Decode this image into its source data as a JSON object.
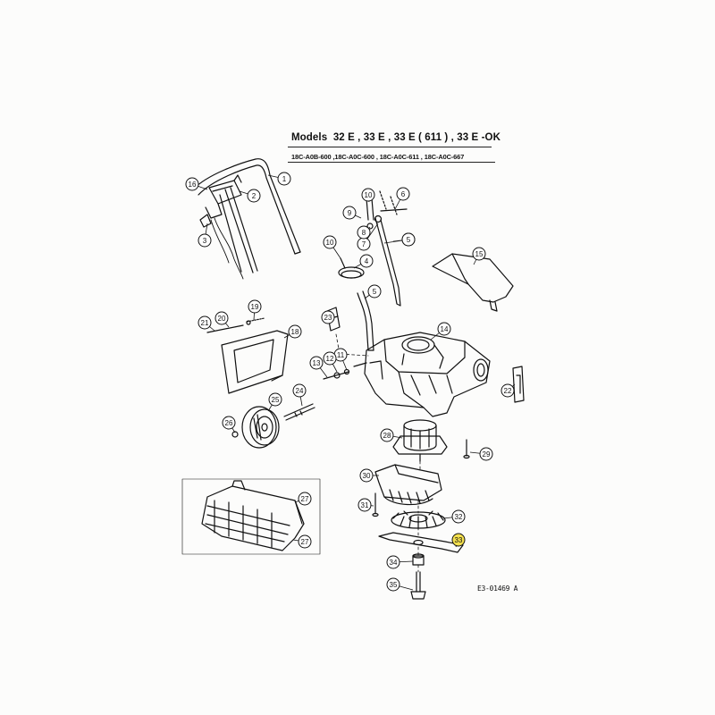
{
  "header": {
    "models_label": "Models",
    "models": "32 E , 33 E , 33 E ( 611 ) , 33 E -OK",
    "part_numbers": "18C-A0B-600 ,18C-A0C-600 , 18C-A0C-611 , 18C-A0C-667"
  },
  "reference_code": "E3-01469 A",
  "highlight_color": "#f4e04d",
  "line_color": "#111111",
  "callouts": [
    {
      "num": "1"
    },
    {
      "num": "2"
    },
    {
      "num": "3"
    },
    {
      "num": "4"
    },
    {
      "num": "5"
    },
    {
      "num": "5"
    },
    {
      "num": "5"
    },
    {
      "num": "6"
    },
    {
      "num": "7"
    },
    {
      "num": "8"
    },
    {
      "num": "9"
    },
    {
      "num": "10"
    },
    {
      "num": "10"
    },
    {
      "num": "11"
    },
    {
      "num": "12"
    },
    {
      "num": "13"
    },
    {
      "num": "14"
    },
    {
      "num": "15"
    },
    {
      "num": "16"
    },
    {
      "num": "19"
    },
    {
      "num": "20"
    },
    {
      "num": "21"
    },
    {
      "num": "18"
    },
    {
      "num": "22"
    },
    {
      "num": "23"
    },
    {
      "num": "24"
    },
    {
      "num": "25"
    },
    {
      "num": "26"
    },
    {
      "num": "27"
    },
    {
      "num": "27"
    },
    {
      "num": "28"
    },
    {
      "num": "29"
    },
    {
      "num": "30"
    },
    {
      "num": "31"
    },
    {
      "num": "32"
    },
    {
      "num": "33",
      "highlighted": true
    },
    {
      "num": "34"
    },
    {
      "num": "35"
    }
  ]
}
